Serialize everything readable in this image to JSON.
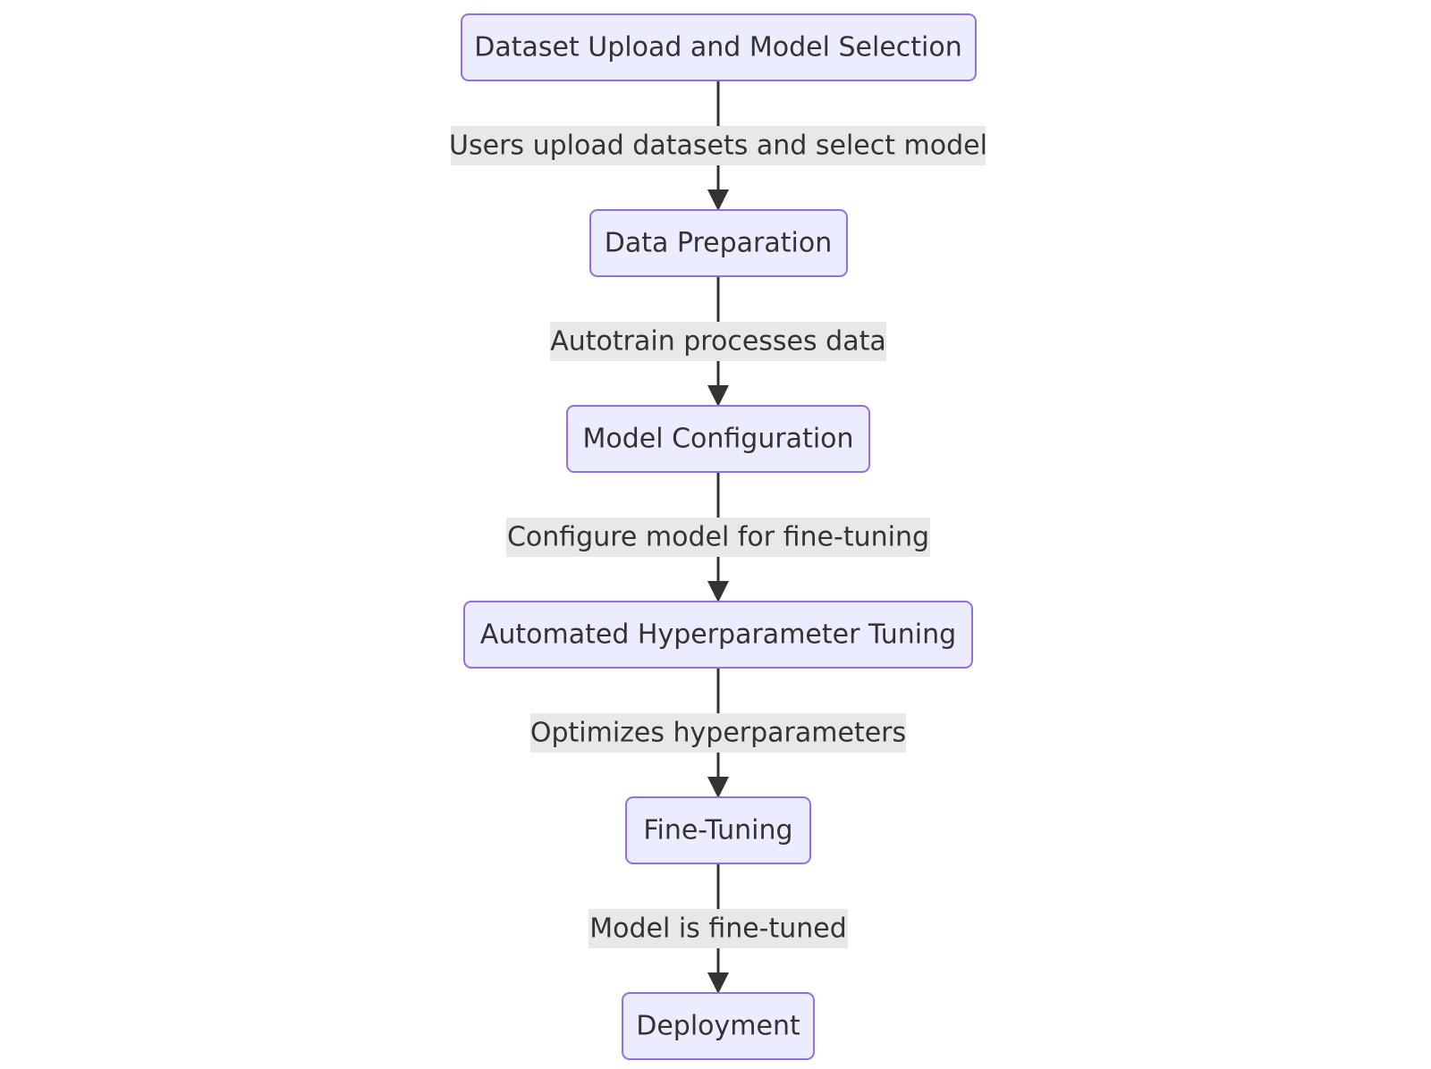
{
  "diagram": {
    "type": "flowchart",
    "direction": "top-to-bottom",
    "node_fill": "#ECECFF",
    "node_border": "#9370DB",
    "edge_color": "#333333",
    "edge_label_background": "#e8e8e8",
    "text_color": "#333333",
    "nodes": [
      {
        "id": "upload",
        "label": "Dataset Upload and Model Selection"
      },
      {
        "id": "prep",
        "label": "Data Preparation"
      },
      {
        "id": "config",
        "label": "Model Configuration"
      },
      {
        "id": "hpo",
        "label": "Automated Hyperparameter Tuning"
      },
      {
        "id": "finetune",
        "label": "Fine-Tuning"
      },
      {
        "id": "deploy",
        "label": "Deployment"
      }
    ],
    "edges": [
      {
        "from": "upload",
        "to": "prep",
        "label": "Users upload datasets and select model"
      },
      {
        "from": "prep",
        "to": "config",
        "label": "Autotrain processes data"
      },
      {
        "from": "config",
        "to": "hpo",
        "label": "Configure model for fine-tuning"
      },
      {
        "from": "hpo",
        "to": "finetune",
        "label": "Optimizes hyperparameters"
      },
      {
        "from": "finetune",
        "to": "deploy",
        "label": "Model is fine-tuned"
      }
    ]
  }
}
